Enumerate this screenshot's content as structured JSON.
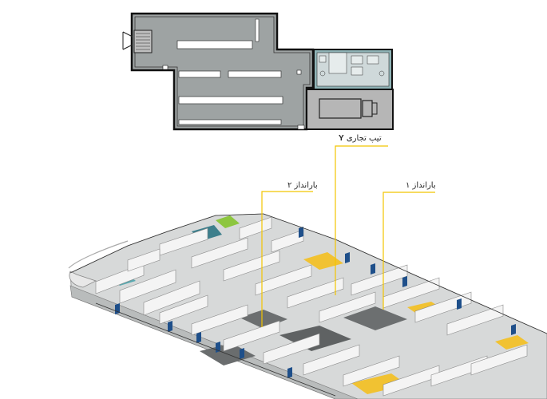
{
  "labels": {
    "type_prefix": "تیپ تجاری",
    "type_letter": "Y",
    "dock_2": "بارانداز ۲",
    "dock_1": "بارانداز ۱"
  },
  "colors": {
    "leader": "#f2c500",
    "wall_dark": "#1a1a1a",
    "floor_gray": "#9aa0a0",
    "floor_light": "#d9d9d9",
    "teal": "#5aa9b0",
    "green": "#8dc63f",
    "blue_panel": "#1e4f8a",
    "yellow_floor": "#f1c232"
  }
}
